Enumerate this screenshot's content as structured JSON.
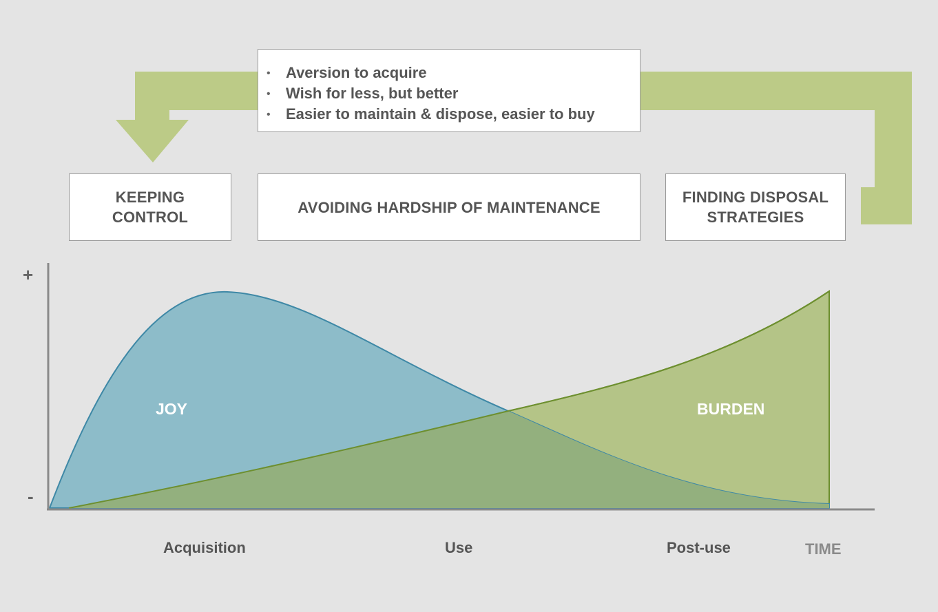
{
  "feedback": {
    "bullets": [
      "Aversion to acquire",
      "Wish for less, but better",
      "Easier to maintain & dispose, easier to buy"
    ],
    "bullet_glyph": "•"
  },
  "stages": {
    "keeping_control": [
      "KEEPING",
      "CONTROL"
    ],
    "avoiding_hardship": "AVOIDING HARDSHIP OF MAINTENANCE",
    "finding_disposal": [
      "FINDING DISPOSAL",
      "STRATEGIES"
    ]
  },
  "areas": {
    "joy": "JOY",
    "burden": "BURDEN"
  },
  "axis": {
    "plus": "+",
    "minus": "-",
    "phases": [
      "Acquisition",
      "Use",
      "Post-use"
    ],
    "time": "TIME"
  },
  "colors": {
    "background": "#e4e4e4",
    "joy_fill": "#8dbcc9",
    "joy_stroke": "#3e88a6",
    "burden_fill": "#b4c487",
    "burden_stroke": "#6d8f2f",
    "overlap_fill": "#93b07e",
    "arrow": "#bccb87",
    "axis": "#8a8a8a"
  }
}
